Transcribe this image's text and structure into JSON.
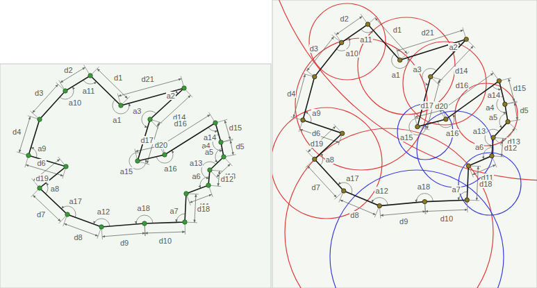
{
  "diagram": {
    "labels": [
      "a9",
      "d4",
      "d3",
      "a10",
      "d2",
      "a11",
      "d1",
      "a1",
      "d21",
      "a2",
      "d14",
      "a3",
      "d20",
      "a15",
      "d17",
      "a16",
      "d16",
      "a14",
      "d15",
      "a4",
      "d5",
      "a5",
      "d13",
      "a13",
      "d12",
      "a6",
      "d11",
      "d18",
      "a7",
      "d10",
      "a18",
      "d9",
      "a12",
      "d8",
      "a17",
      "d7",
      "a8",
      "d6",
      "d19",
      "a9",
      "d4",
      "d3",
      "a10",
      "d2",
      "a11",
      "d1",
      "a1",
      "d21",
      "a2",
      "d14",
      "a3",
      "d20",
      "a15",
      "d17",
      "a16",
      "d16",
      "a14",
      "d15",
      "a4",
      "d5",
      "a5",
      "d13",
      "a13",
      "d12",
      "a6",
      "d11",
      "d18",
      "a7",
      "d10",
      "a18",
      "d9",
      "a12",
      "d8",
      "a17",
      "d7",
      "a8",
      "d6",
      "d19"
    ]
  }
}
